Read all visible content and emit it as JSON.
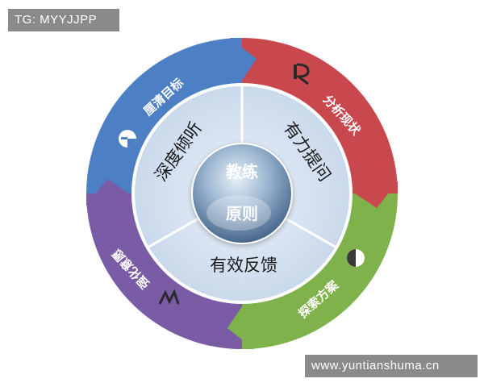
{
  "watermark_top_left": "TG: MYYJJPP",
  "watermark_bottom_right": "www.yuntianshuma.cn",
  "diagram": {
    "center": {
      "line1": "教练",
      "line2": "原则"
    },
    "inner_sectors": [
      {
        "label": "深度倾听"
      },
      {
        "label": "有力提问"
      },
      {
        "label": "有效反馈"
      }
    ],
    "outer_segments": [
      {
        "label": "厘清目标",
        "color": "#4c7fc4",
        "icon": "g-logo-icon"
      },
      {
        "label": "分析现状",
        "color": "#c9484e",
        "icon": "r-logo-icon"
      },
      {
        "label": "探索方案",
        "color": "#7fb24a",
        "icon": "half-circle-icon"
      },
      {
        "label": "强化意愿",
        "color": "#7a5ca6",
        "icon": "m-logo-icon"
      }
    ]
  }
}
